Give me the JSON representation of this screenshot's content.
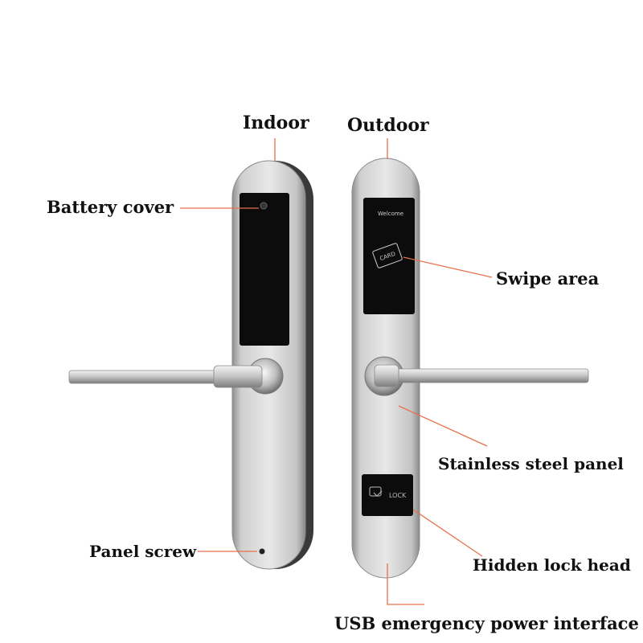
{
  "labels": {
    "indoor": "Indoor",
    "outdoor": "Outdoor",
    "battery_cover": "Battery cover",
    "swipe_area": "Swipe area",
    "stainless_panel": "Stainless steel panel",
    "panel_screw": "Panel screw",
    "hidden_lock_head": "Hidden lock head",
    "usb_interface": "USB emergency power interface"
  },
  "screen": {
    "welcome": "Welcome",
    "card": "CARD",
    "lock": "LOCK"
  },
  "colors": {
    "leader_line": "#e8704a",
    "label_text": "#111111",
    "steel_light": "#e6e6e6",
    "steel_dark": "#8f8f8f",
    "screen_black": "#0c0c0c"
  }
}
